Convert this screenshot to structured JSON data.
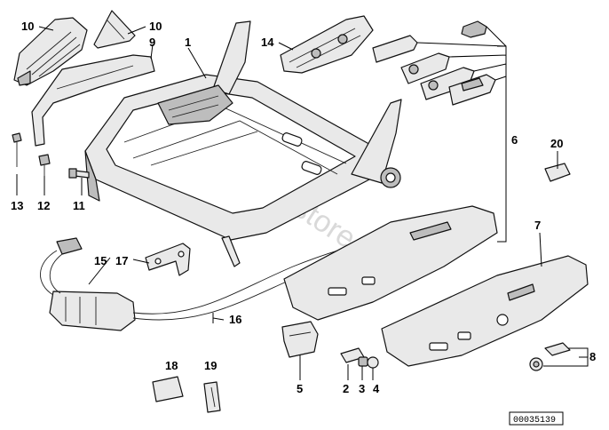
{
  "labels": {
    "p1": "1",
    "p2": "2",
    "p3": "3",
    "p4": "4",
    "p5": "5",
    "p6": "6",
    "p7": "7",
    "p8": "8",
    "p9": "9",
    "p10a": "10",
    "p10b": "10",
    "p11": "11",
    "p12": "12",
    "p13": "13",
    "p14": "14",
    "p15": "15",
    "p16": "16",
    "p17": "17",
    "p18": "18",
    "p19": "19",
    "p20": "20"
  },
  "watermark": "www.BMWstore.pl",
  "reference_number": "00035139"
}
